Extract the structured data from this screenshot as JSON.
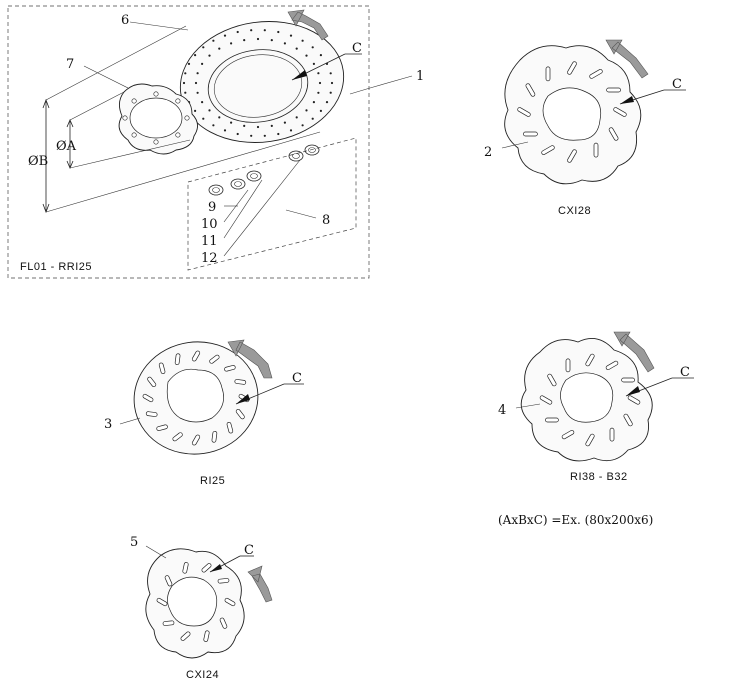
{
  "part_numbers": {
    "p1": "1",
    "p2": "2",
    "p3": "3",
    "p4": "4",
    "p5": "5",
    "p6": "6",
    "p7": "7",
    "p8": "8",
    "p9": "9",
    "p10": "10",
    "p11": "11",
    "p12": "12"
  },
  "dimension_labels": {
    "a": "ØA",
    "b": "ØB"
  },
  "c_labels": {
    "c1": "C",
    "c2": "C",
    "c3": "C",
    "c4": "C",
    "c5": "C"
  },
  "captions": {
    "kit": "FL01 - RRI25",
    "disc2": "CXI28",
    "disc3": "RI25",
    "disc4": "RI38 - B32",
    "disc5": "CXI24"
  },
  "formula": "(AxBxC) =Ex. (80x200x6)",
  "colors": {
    "arrow": "#9a9a9a",
    "line": "#222222",
    "background": "#ffffff"
  }
}
